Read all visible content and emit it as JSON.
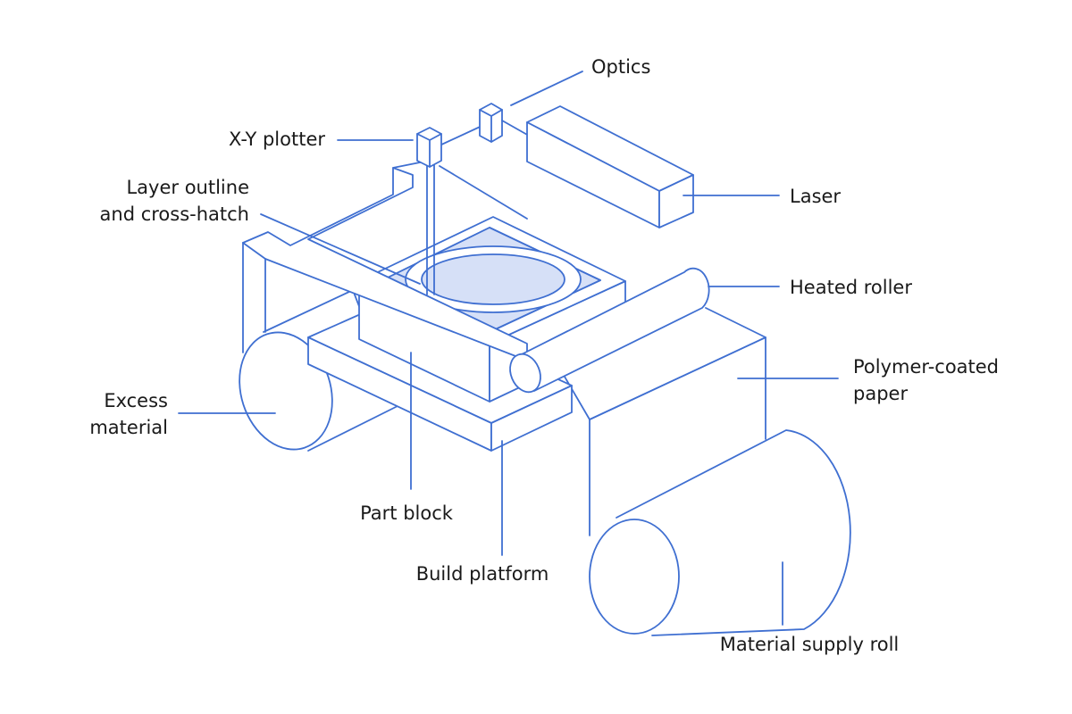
{
  "colors": {
    "stroke": "#3f6fd1",
    "fill_light": "#d6e0f7",
    "text": "#1a1a1a",
    "background": "#ffffff"
  },
  "labels": {
    "optics": "Optics",
    "xy_plotter": "X-Y plotter",
    "laser": "Laser",
    "layer_outline_1": "Layer outline",
    "layer_outline_2": "and cross-hatch",
    "heated_roller": "Heated roller",
    "polymer_paper_1": "Polymer-coated",
    "polymer_paper_2": "paper",
    "excess_material_1": "Excess",
    "excess_material_2": "material",
    "part_block": "Part block",
    "build_platform": "Build platform",
    "material_supply_roll": "Material supply roll"
  }
}
